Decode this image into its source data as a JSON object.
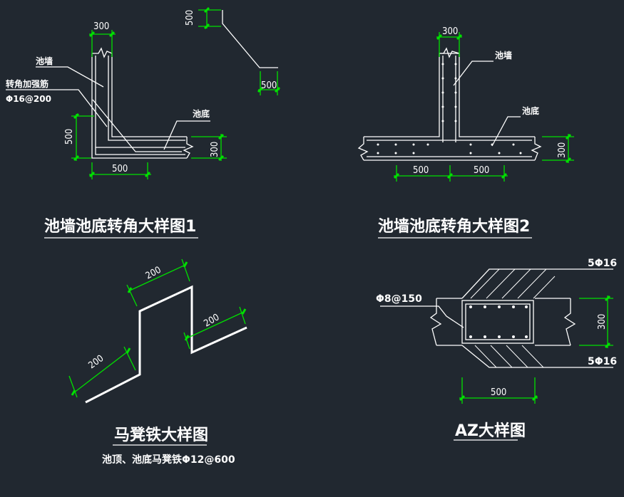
{
  "colors": {
    "background": "#212830",
    "lines": "#ffffff",
    "dimensions": "#00e000"
  },
  "detail1": {
    "title": "池墙池底转角大样图1",
    "label_wall": "池墙",
    "label_corner_bar": "转角加强筋",
    "label_bar_spec": "Φ16@200",
    "label_floor": "池底",
    "dim_wall_thickness": "300",
    "dim_corner_height": "500",
    "dim_floor_thickness": "300",
    "dim_corner_length": "500",
    "dim_lap_vertical": "500",
    "dim_lap_horizontal": "500"
  },
  "detail2": {
    "title": "池墙池底转角大样图2",
    "label_wall": "池墙",
    "label_floor": "池底",
    "dim_wall_thickness": "300",
    "dim_floor_thickness": "300",
    "dim_left": "500",
    "dim_right": "500"
  },
  "detail3": {
    "title": "马凳铁大样图",
    "subtitle": "池顶、池底马凳铁Φ12@600",
    "dim_left": "200",
    "dim_top": "200",
    "dim_right": "200"
  },
  "detail4": {
    "title": "AZ大样图",
    "label_top_bars": "5Φ16",
    "label_bottom_bars": "5Φ16",
    "label_stirrup": "Φ8@150",
    "dim_height": "300",
    "dim_width": "500"
  }
}
